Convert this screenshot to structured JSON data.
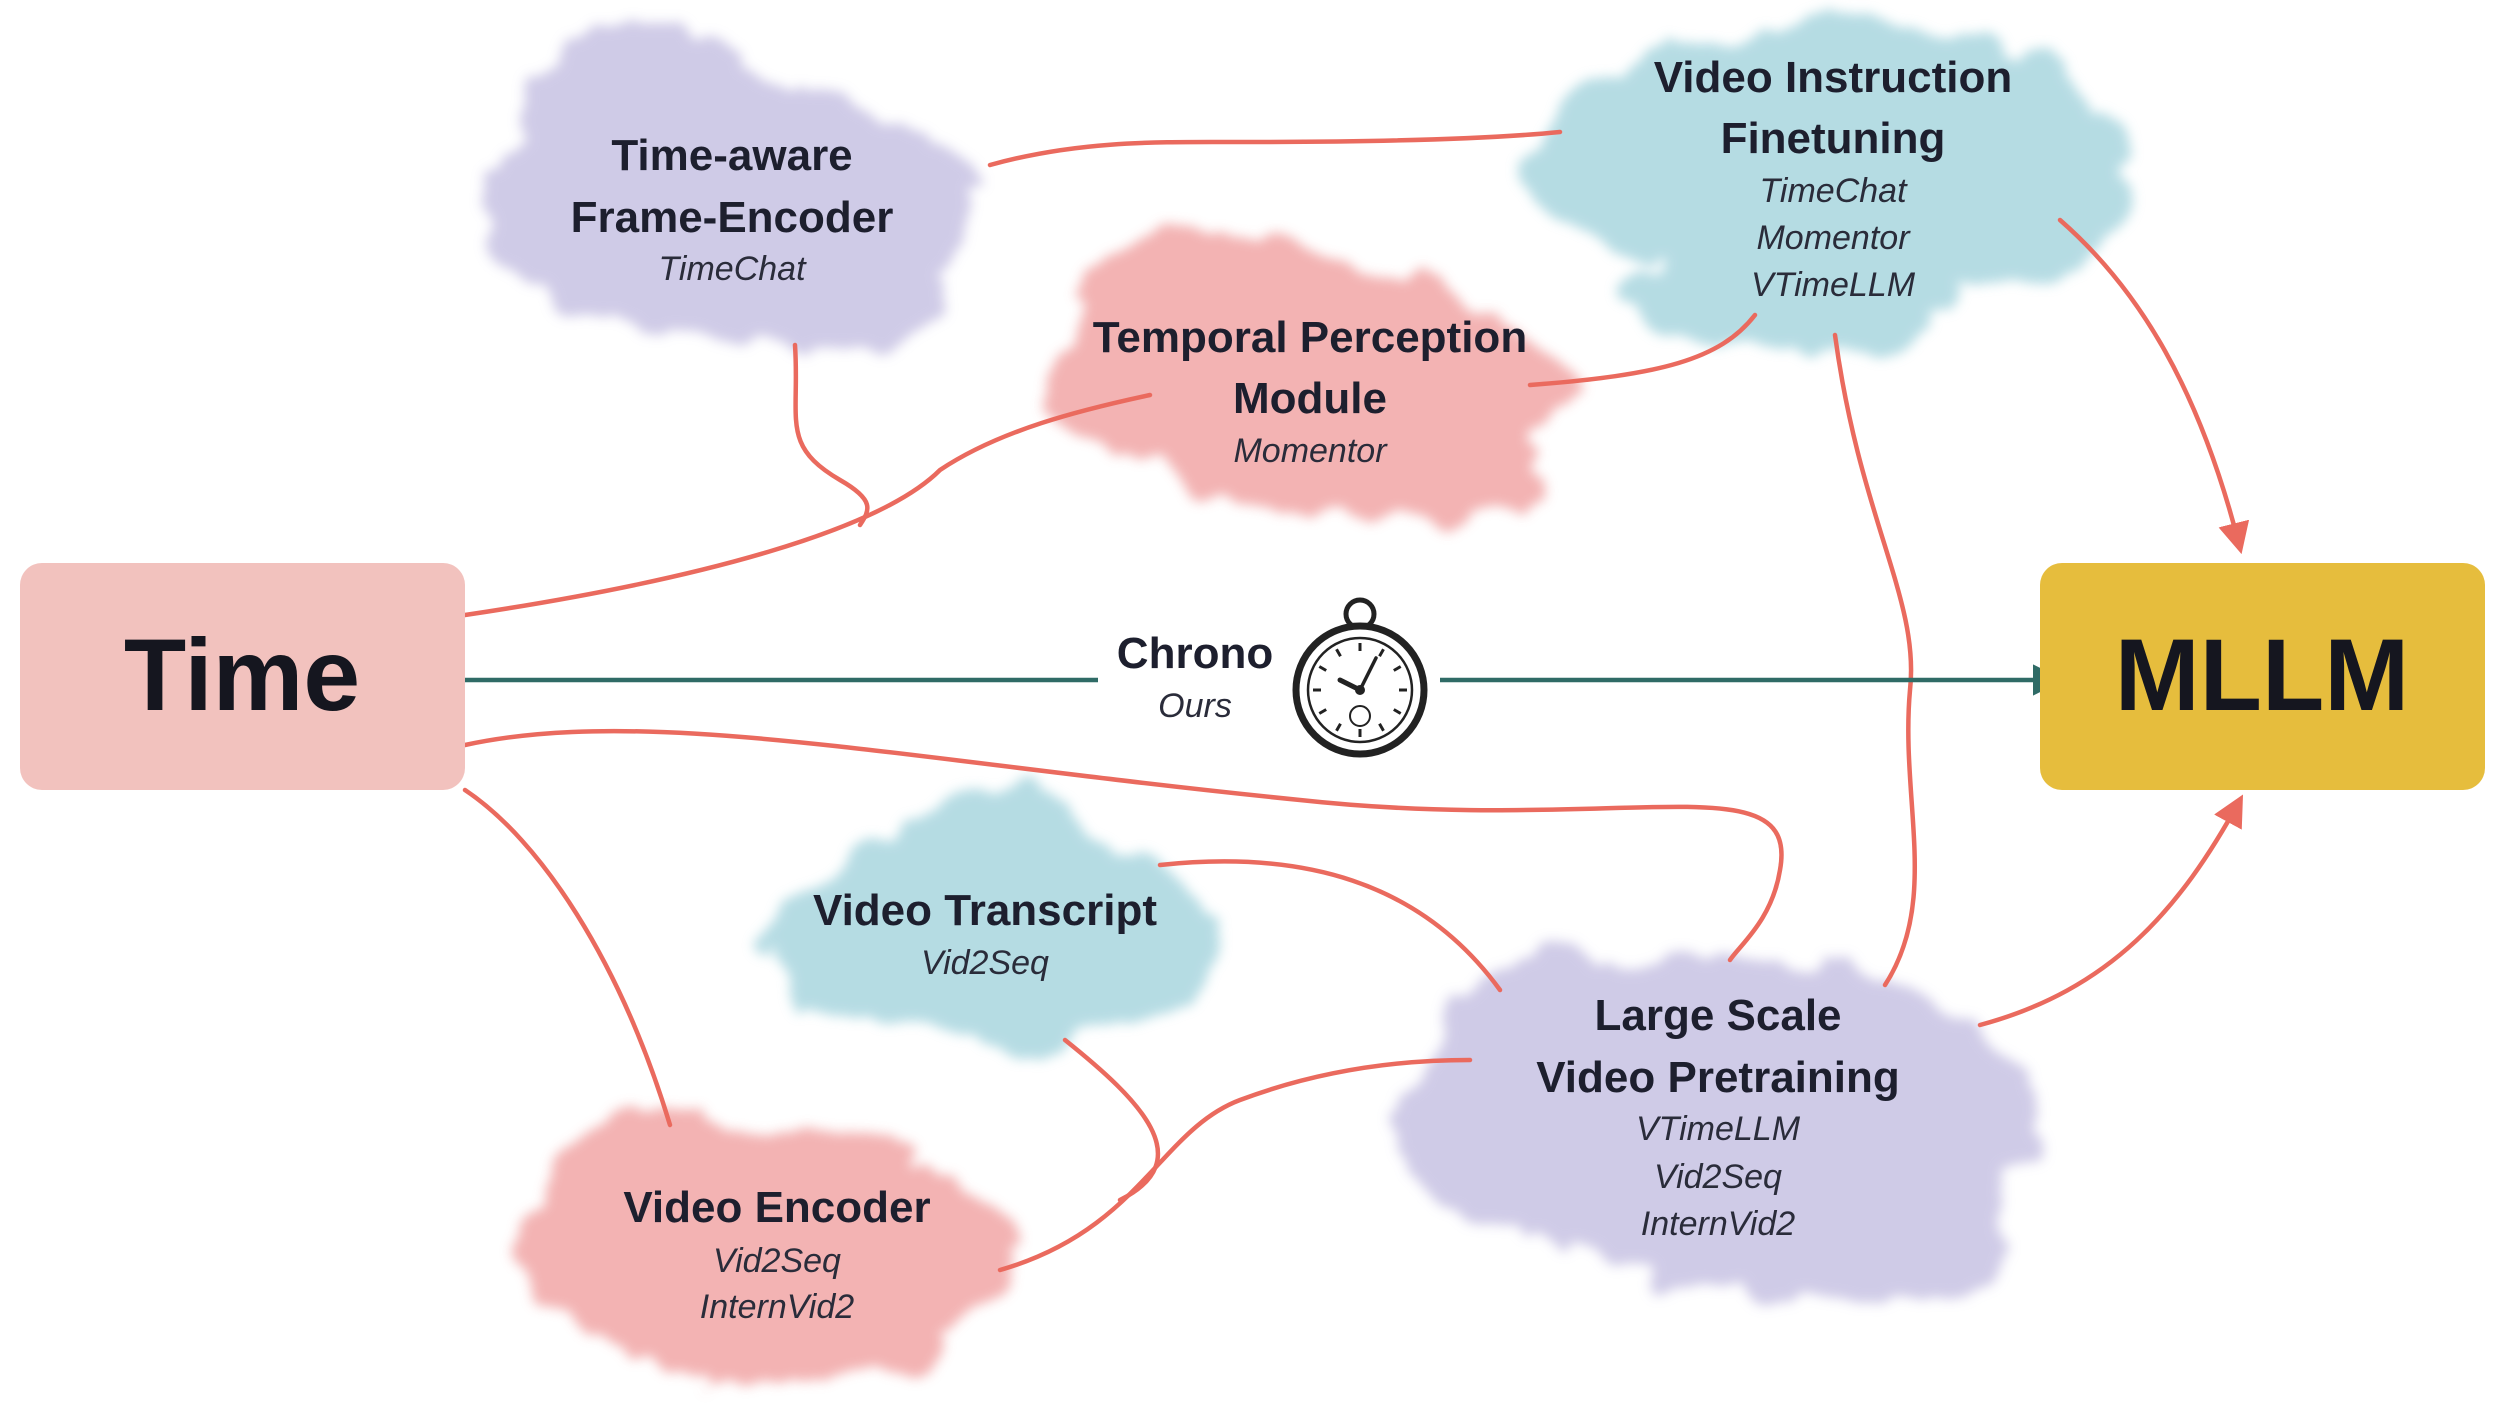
{
  "source_node": {
    "label": "Time",
    "color": "#f2c2be"
  },
  "target_node": {
    "label": "MLLM",
    "color": "#e6bd3d"
  },
  "main_path": {
    "title": "Chrono",
    "subtitle": "Ours",
    "icon": "pocket-watch-icon",
    "color": "#2f6b66"
  },
  "edge_color": "#ea6a5e",
  "nodes": {
    "frame_encoder": {
      "title_lines": [
        "Time-aware",
        "Frame-Encoder"
      ],
      "methods": [
        "TimeChat"
      ],
      "color": "#c7c2e3"
    },
    "instruction": {
      "title_lines": [
        "Video Instruction",
        "Finetuning"
      ],
      "methods": [
        "TimeChat",
        "Momentor",
        "VTimeLLM"
      ],
      "color": "#a9d6df"
    },
    "temporal": {
      "title_lines": [
        "Temporal Perception",
        "Module"
      ],
      "methods": [
        "Momentor"
      ],
      "color": "#f1a6a6"
    },
    "transcript": {
      "title_lines": [
        "Video Transcript"
      ],
      "methods": [
        "Vid2Seq"
      ],
      "color": "#a9d6df"
    },
    "pretraining": {
      "title_lines": [
        "Large Scale",
        "Video Pretraining"
      ],
      "methods": [
        "VTimeLLM",
        "Vid2Seq",
        "InternVid2"
      ],
      "color": "#c7c2e3"
    },
    "encoder": {
      "title_lines": [
        "Video Encoder"
      ],
      "methods": [
        "Vid2Seq",
        "InternVid2"
      ],
      "color": "#f1a6a6"
    }
  }
}
